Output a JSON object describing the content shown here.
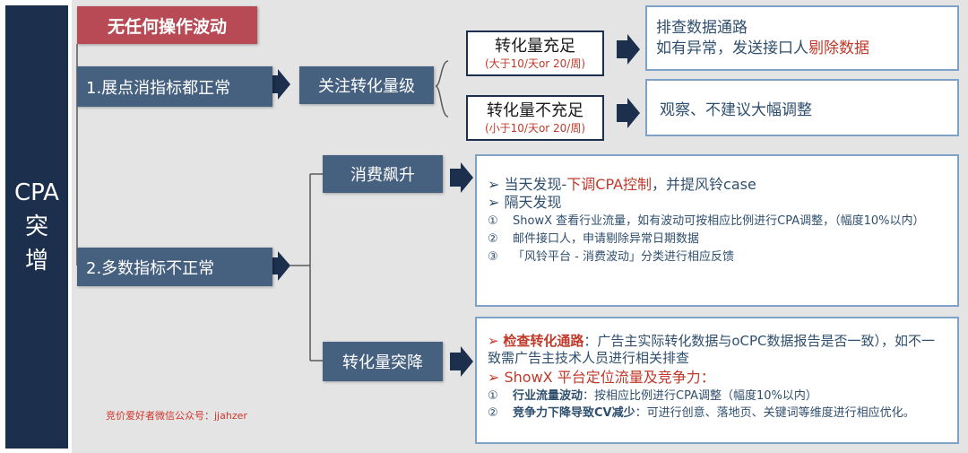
{
  "side_label": [
    "CPA",
    "突",
    "增"
  ],
  "top_tab": "无任何操作波动",
  "case1": {
    "label": "1.展点消指标都正常",
    "focus": "关注转化量级",
    "sufficient": {
      "title": "转化量充足",
      "sub": "(大于10/天or 20/周)",
      "result_line1": "排查数据通路",
      "result_line2_a": "如有异常，发送接口人",
      "result_line2_b": "剔除数据"
    },
    "insufficient": {
      "title": "转化量不充足",
      "sub": "(小于10/天or 20/周)",
      "result": "观察、不建议大幅调整"
    }
  },
  "case2": {
    "label": "2.多数指标不正常",
    "spike": {
      "title": "消费飙升",
      "b1_a": "当天发现-",
      "b1_b": "下调CPA控制",
      "b1_c": "，并提风铃case",
      "b2": "隔天发现",
      "items": [
        {
          "num": "①",
          "text": "ShowX 查看行业流量，如有波动可按相应比例进行CPA调整，（幅度10%以内）"
        },
        {
          "num": "②",
          "text": "邮件接口人，申请剔除异常日期数据"
        },
        {
          "num": "③",
          "text": "「风铃平台 - 消费波动」分类进行相应反馈"
        }
      ]
    },
    "drop": {
      "title": "转化量突降",
      "b1_a": "检查转化通路",
      "b1_b": "：广告主实际转化数据与oCPC数据报告是否一致），如不一致需广告主技术人员进行相关排查",
      "b2": "ShowX 平台定位流量及竞争力：",
      "items": [
        {
          "num": "①",
          "bold": "行业流量波动",
          "text": "：按相应比例进行CPA调整（幅度10%以内）"
        },
        {
          "num": "②",
          "bold": "竞争力下降导致CV减少",
          "text": "：可进行创意、落地页、关键词等维度进行相应优化。"
        }
      ]
    }
  },
  "watermark": "竞价爱好者微信公众号：jjahzer",
  "colors": {
    "navy": "#1c2f4d",
    "slate": "#46607f",
    "red": "#b74a54",
    "accent_red": "#c0392b",
    "result_border": "#7fa3c8"
  }
}
